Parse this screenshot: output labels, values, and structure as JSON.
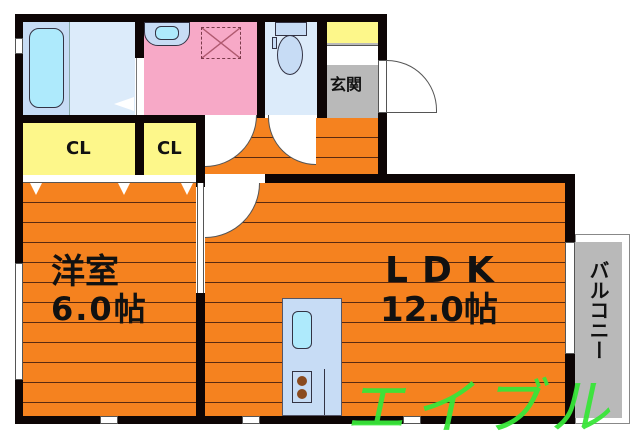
{
  "floorplan": {
    "rooms": {
      "western_room": {
        "name": "洋室",
        "size": "6.0帖"
      },
      "ldk": {
        "name": "LDK",
        "size": "12.0帖"
      },
      "closet_1": {
        "name": "CL"
      },
      "closet_2": {
        "name": "CL"
      },
      "entrance": {
        "name": "玄関"
      },
      "balcony": {
        "name": "バルコニー"
      },
      "bathroom": {
        "name": ""
      },
      "washroom": {
        "name": ""
      },
      "toilet": {
        "name": ""
      },
      "kitchen": {
        "name": ""
      }
    },
    "watermark": "エイブル",
    "colors": {
      "floor": "#f5821f",
      "closet": "#fdf78a",
      "washroom": "#f7a9c7",
      "wet_area": "#c7dcf5",
      "entrance": "#b9b9b9",
      "watermark": "#39e639"
    }
  }
}
